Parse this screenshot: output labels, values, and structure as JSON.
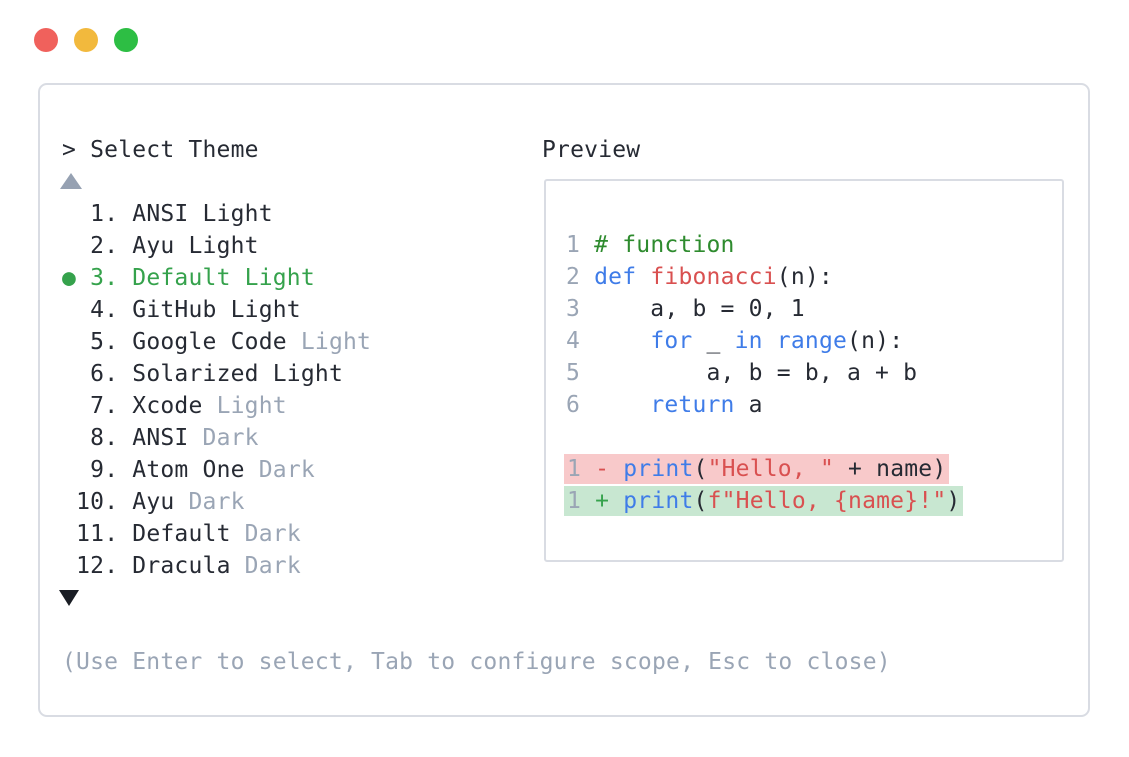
{
  "window": {
    "controls": [
      {
        "id": "close-button",
        "color_key": "dot-red"
      },
      {
        "id": "minimize-button",
        "color_key": "dot-yellow"
      },
      {
        "id": "maximize-button",
        "color_key": "dot-green"
      }
    ]
  },
  "theme_selector": {
    "prompt": "> Select Theme",
    "scroll_up_icon": "triangle-up",
    "scroll_down_icon": "triangle-down",
    "selected_theme": "Default Light",
    "selected_bullet": "●",
    "items": [
      {
        "prefix": "   1. ",
        "label": "ANSI Light",
        "dim": "",
        "selected": false
      },
      {
        "prefix": "   2. ",
        "label": "Ayu Light",
        "dim": "",
        "selected": false
      },
      {
        "prefix": " ● 3. ",
        "label": "Default Light",
        "dim": "",
        "selected": true
      },
      {
        "prefix": "   4. ",
        "label": "GitHub Light",
        "dim": "",
        "selected": false
      },
      {
        "prefix": "   5. ",
        "label": "Google Code",
        "dim": "Light",
        "selected": false
      },
      {
        "prefix": "   6. ",
        "label": "Solarized Light",
        "dim": "",
        "selected": false
      },
      {
        "prefix": "   7. ",
        "label": "Xcode",
        "dim": "Light",
        "selected": false
      },
      {
        "prefix": "   8. ",
        "label": "ANSI",
        "dim": "Dark",
        "selected": false
      },
      {
        "prefix": "   9. ",
        "label": "Atom One",
        "dim": "Dark",
        "selected": false
      },
      {
        "prefix": "  10. ",
        "label": "Ayu",
        "dim": "Dark",
        "selected": false
      },
      {
        "prefix": "  11. ",
        "label": "Default",
        "dim": "Dark",
        "selected": false
      },
      {
        "prefix": "  12. ",
        "label": "Dracula",
        "dim": "Dark",
        "selected": false
      }
    ],
    "hint": "(Use Enter to select, Tab to configure scope, Esc to close)"
  },
  "preview": {
    "label": "Preview",
    "code_lines": [
      {
        "bg": "",
        "tokens": [
          [
            "gray",
            "1"
          ],
          [
            "dark",
            " "
          ],
          [
            "green",
            "# function"
          ]
        ]
      },
      {
        "bg": "",
        "tokens": [
          [
            "gray",
            "2"
          ],
          [
            "dark",
            " "
          ],
          [
            "blue",
            "def"
          ],
          [
            "dark",
            " "
          ],
          [
            "red",
            "fibonacci"
          ],
          [
            "dark",
            "(n):"
          ]
        ]
      },
      {
        "bg": "",
        "tokens": [
          [
            "gray",
            "3"
          ],
          [
            "dark",
            "     a, b = 0, 1"
          ]
        ]
      },
      {
        "bg": "",
        "tokens": [
          [
            "gray",
            "4"
          ],
          [
            "dark",
            "     "
          ],
          [
            "blue",
            "for"
          ],
          [
            "dark",
            " _ "
          ],
          [
            "blue",
            "in"
          ],
          [
            "dark",
            " "
          ],
          [
            "blue",
            "range"
          ],
          [
            "dark",
            "(n):"
          ]
        ]
      },
      {
        "bg": "",
        "tokens": [
          [
            "gray",
            "5"
          ],
          [
            "dark",
            "         a, b = b, a + b"
          ]
        ]
      },
      {
        "bg": "",
        "tokens": [
          [
            "gray",
            "6"
          ],
          [
            "dark",
            "     "
          ],
          [
            "blue",
            "return"
          ],
          [
            "dark",
            " a"
          ]
        ]
      },
      {
        "bg": "",
        "tokens": []
      },
      {
        "bg": "removed",
        "tokens": [
          [
            "gray",
            "1"
          ],
          [
            "dark",
            " "
          ],
          [
            "red",
            "-"
          ],
          [
            "dark",
            " "
          ],
          [
            "blue",
            "print"
          ],
          [
            "dark",
            "("
          ],
          [
            "red",
            "\"Hello, \""
          ],
          [
            "dark",
            " + name)"
          ]
        ]
      },
      {
        "bg": "added",
        "tokens": [
          [
            "gray",
            "1"
          ],
          [
            "dark",
            " "
          ],
          [
            "accent",
            "+"
          ],
          [
            "dark",
            " "
          ],
          [
            "blue",
            "print"
          ],
          [
            "dark",
            "("
          ],
          [
            "red",
            "f\"Hello, {name}!\""
          ],
          [
            "dark",
            ")"
          ]
        ]
      }
    ]
  },
  "colors": {
    "dark": "#262a33",
    "gray": "#9aa5b5",
    "blue": "#3f7ce8",
    "red": "#d95050",
    "green": "#2e8b2e",
    "accent": "#35a24c",
    "border": "#d9dce3",
    "bg-removed": "#f8c9ca",
    "bg-added": "#c8e7d1",
    "tri-up": "#96a1b2",
    "tri-down": "#1a1d24",
    "dot-red": "#f0615c",
    "dot-yellow": "#f2b93d",
    "dot-green": "#2dbe44"
  }
}
